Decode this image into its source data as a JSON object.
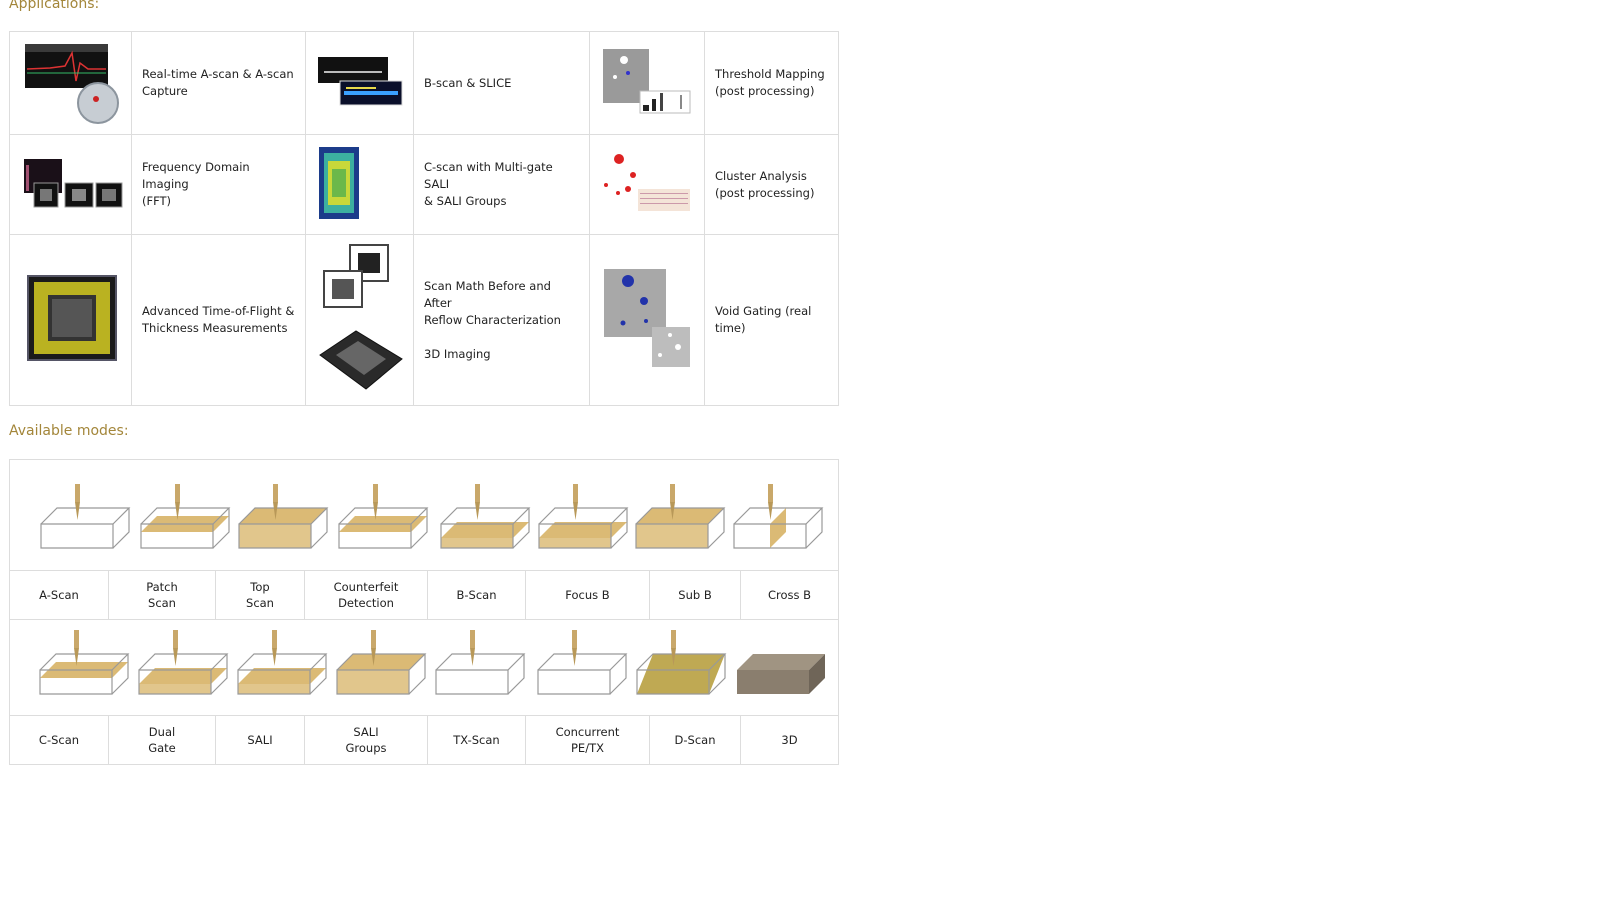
{
  "headings": {
    "applications": "Applications:",
    "modes": "Available modes:"
  },
  "applications": [
    [
      "Real-time A-scan & A-scan\nCapture",
      "B-scan & SLICE",
      "Threshold Mapping\n(post processing)"
    ],
    [
      "Frequency Domain Imaging\n(FFT)",
      "C-scan with Multi-gate SALI\n& SALI Groups",
      "Cluster Analysis\n(post processing)"
    ],
    [
      "Advanced Time-of-Flight &\nThickness Measurements",
      "Scan Math Before and After\nReflow Characterization\n\n3D Imaging",
      "Void Gating (real\ntime)"
    ]
  ],
  "modes_row1": [
    "A-Scan",
    "Patch\nScan",
    "Top\nScan",
    "Counterfeit\nDetection",
    "B-Scan",
    "Focus B",
    "Sub B",
    "Cross B"
  ],
  "modes_row2": [
    "C-Scan",
    "Dual\nGate",
    "SALI",
    "SALI\nGroups",
    "TX-Scan",
    "Concurrent\nPE/TX",
    "D-Scan",
    "3D"
  ],
  "icons": {
    "app_images": [
      "a-scan-capture-icon",
      "b-scan-slice-icon",
      "threshold-mapping-icon",
      "fft-imaging-icon",
      "c-scan-sali-icon",
      "cluster-analysis-icon",
      "time-of-flight-icon",
      "scan-math-3d-icon",
      "void-gating-icon"
    ],
    "mode_images": "scan-mode-box-icon"
  },
  "colors": {
    "heading": "#a3863a",
    "mode_fill": "#d7b366",
    "border": "#dddddd"
  }
}
